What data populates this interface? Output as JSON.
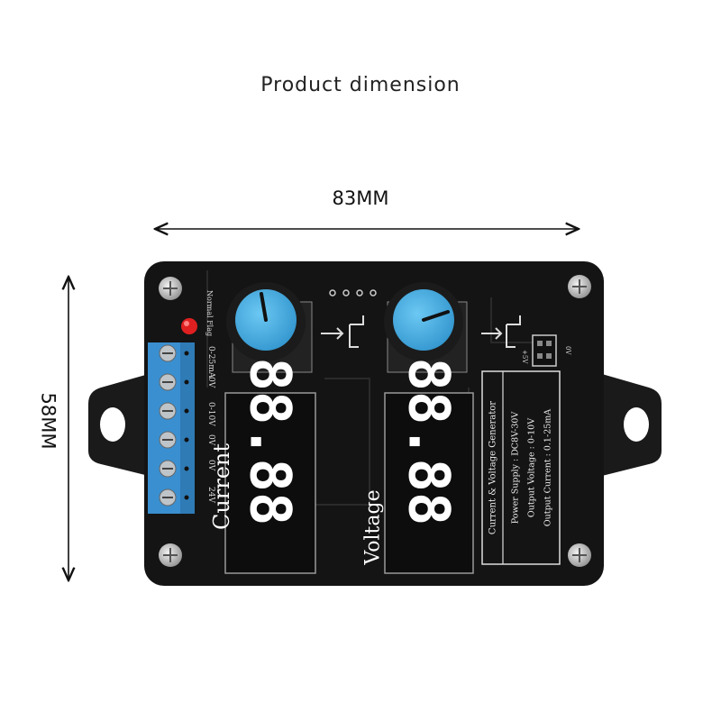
{
  "caption": "Product dimension",
  "width_label": "83MM",
  "height_label": "58MM",
  "board": {
    "display_value_left": "88.88",
    "display_value_right": "88.88",
    "label_current": "Current",
    "label_voltage": "Voltage",
    "terminal_labels": [
      "0-25mA",
      "0V",
      "0-10V",
      "0V",
      "0V",
      "24V"
    ],
    "led_label": "Normal Flag",
    "spec_title": "Current & Voltage Generator",
    "spec_lines": [
      "Power Supply  : DC8V-30V",
      "Output Voltage : 0-10V",
      "Output Current : 0.1-25mA"
    ],
    "connector_labels": [
      "+5V",
      "0V"
    ]
  },
  "colors": {
    "board": "#141414",
    "terminal": "#3a8fd0",
    "knob": "#4ab1e8",
    "led_digit": "#ffffff"
  }
}
